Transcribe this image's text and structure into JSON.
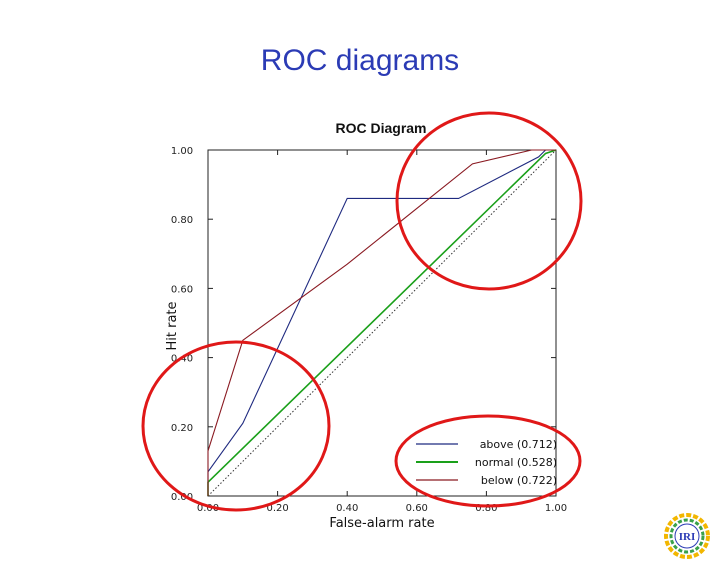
{
  "slide": {
    "title": "ROC diagrams"
  },
  "chart_data": {
    "type": "line",
    "title": "ROC Diagram",
    "xlabel": "False-alarm rate",
    "ylabel": "Hit rate",
    "xlim": [
      0,
      1
    ],
    "ylim": [
      0,
      1
    ],
    "xticks": [
      "0.00",
      "0.20",
      "0.40",
      "0.60",
      "0.80",
      "1.00"
    ],
    "yticks": [
      "0.00",
      "0.20",
      "0.40",
      "0.60",
      "0.80",
      "1.00"
    ],
    "grid": false,
    "legend_position": "bottom-right",
    "series": [
      {
        "name": "above (0.712)",
        "color": "#1f2a80",
        "x": [
          0,
          0,
          0.1,
          0.4,
          0.72,
          0.95,
          0.97,
          1
        ],
        "y": [
          0,
          0.07,
          0.21,
          0.86,
          0.86,
          0.98,
          1,
          1
        ]
      },
      {
        "name": "normal (0.528)",
        "color": "#1aa01a",
        "x": [
          0,
          0,
          0.97,
          1
        ],
        "y": [
          0,
          0.04,
          0.99,
          1
        ]
      },
      {
        "name": "below (0.722)",
        "color": "#8a1a22",
        "x": [
          0,
          0,
          0.1,
          0.4,
          0.76,
          0.93,
          1
        ],
        "y": [
          0,
          0.13,
          0.45,
          0.67,
          0.96,
          1,
          1
        ]
      }
    ],
    "reference_line": {
      "x": [
        0,
        1
      ],
      "y": [
        0,
        1
      ],
      "style": "dotted"
    }
  },
  "annotations": {
    "highlight_color": "#e01818"
  },
  "logo": {
    "text": "IRI"
  }
}
